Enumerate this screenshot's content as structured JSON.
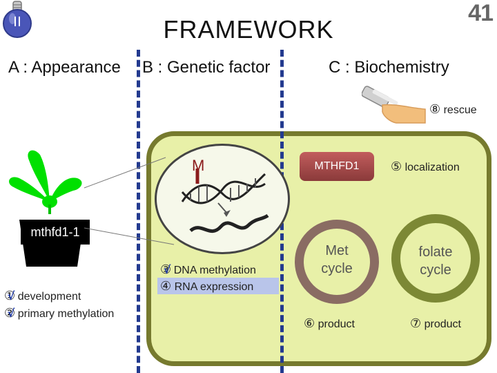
{
  "title": "FRAMEWORK",
  "page_number": "41",
  "headers": {
    "a": "A : Appearance",
    "b": "B : Genetic factor",
    "c": "C : Biochemistry"
  },
  "plant_label": "mthfd1-1",
  "appearance_items": [
    {
      "marker": "①",
      "check": "√",
      "label": "development"
    },
    {
      "marker": "②",
      "check": "√",
      "label": "primary methylation"
    }
  ],
  "genetic": {
    "mutation_marker": "M",
    "items": [
      {
        "marker": "③",
        "check": "√",
        "label": "DNA methylation"
      },
      {
        "marker": "④",
        "label": "RNA expression"
      }
    ]
  },
  "biochem": {
    "protein": "MTHFD1",
    "localization": {
      "marker": "⑤",
      "label": "localization"
    },
    "met_cycle": "Met\ncycle",
    "folate_cycle": "folate\ncycle",
    "met_product": {
      "marker": "⑥",
      "label": "product"
    },
    "folate_product": {
      "marker": "⑦",
      "label": "product"
    },
    "rescue": {
      "marker": "⑧",
      "label": "rescue"
    }
  }
}
